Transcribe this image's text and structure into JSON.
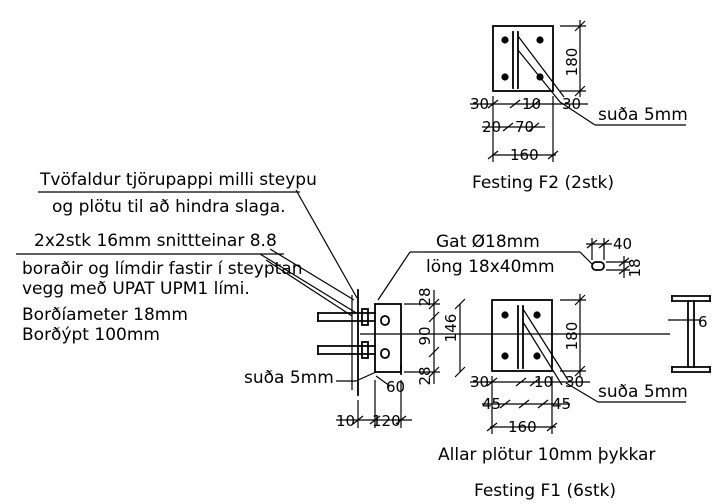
{
  "notes": {
    "paper_line1": "Tvöfaldur tjörupappi milli steypu",
    "paper_line2": "og plötu til að hindra slaga.",
    "bolts_line1": "2x2stk 16mm snittteinar 8.8",
    "bolts_line2": "boraðir og límdir fastir í steyptan",
    "bolts_line3": "vegg með UPAT UPM1 lími.",
    "bolts_line4": "Borðíameter 18mm",
    "bolts_line5": "Borðýpt 100mm",
    "hole_line1": "Gat Ø18mm",
    "hole_line2": "löng 18x40mm",
    "thickness": "Allar plötur 10mm þykkar"
  },
  "captions": {
    "f2": "Festing F2 (2stk)",
    "f1": "Festing F1 (6stk)"
  },
  "welds": {
    "f2": "suða 5mm",
    "f1": "suða 5mm",
    "side": "suða 5mm"
  },
  "dims": {
    "f2_height": "180",
    "f2_w30a": "30",
    "f2_w10": "10",
    "f2_w30b": "30",
    "f2_w20": "20",
    "f2_w70": "70",
    "f2_width": "160",
    "f1_height": "180",
    "f1_w30a": "30",
    "f1_w10": "10",
    "f1_w30b": "30",
    "f1_w45a": "45",
    "f1_w45b": "45",
    "f1_width": "160",
    "slot_len": "40",
    "slot_wid": "18",
    "side_28a": "28",
    "side_90": "90",
    "side_28b": "28",
    "side_146": "146",
    "side_60": "60",
    "side_10": "10",
    "side_120": "120",
    "beam_6": "6"
  }
}
